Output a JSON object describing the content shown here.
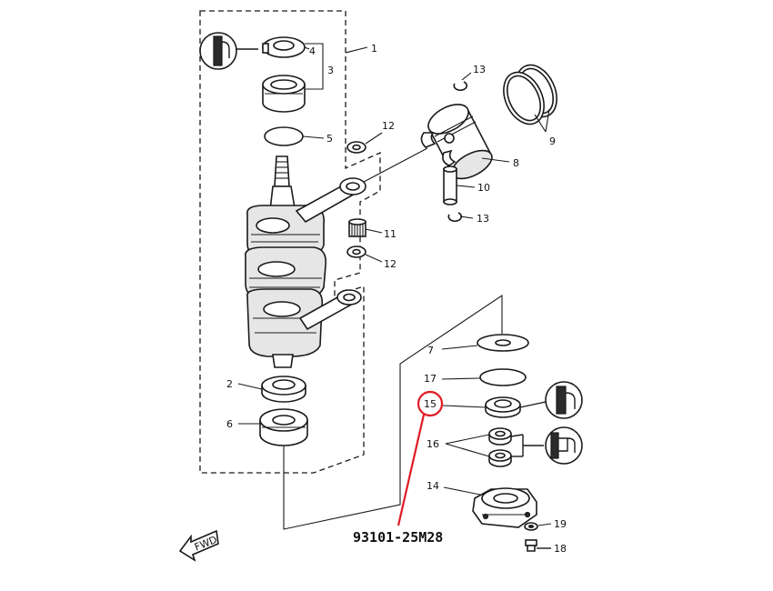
{
  "callouts": [
    {
      "id": "c1",
      "label": "1"
    },
    {
      "id": "c2",
      "label": "2"
    },
    {
      "id": "c3",
      "label": "3"
    },
    {
      "id": "c4",
      "label": "4"
    },
    {
      "id": "c5",
      "label": "5"
    },
    {
      "id": "c6",
      "label": "6"
    },
    {
      "id": "c7",
      "label": "7"
    },
    {
      "id": "c8",
      "label": "8"
    },
    {
      "id": "c9",
      "label": "9"
    },
    {
      "id": "c10",
      "label": "10"
    },
    {
      "id": "c11",
      "label": "11"
    },
    {
      "id": "c12a",
      "label": "12"
    },
    {
      "id": "c12b",
      "label": "12"
    },
    {
      "id": "c13a",
      "label": "13"
    },
    {
      "id": "c13b",
      "label": "13"
    },
    {
      "id": "c14",
      "label": "14"
    },
    {
      "id": "c15",
      "label": "15"
    },
    {
      "id": "c16",
      "label": "16"
    },
    {
      "id": "c17",
      "label": "17"
    },
    {
      "id": "c18",
      "label": "18"
    },
    {
      "id": "c19",
      "label": "19"
    }
  ],
  "highlight": {
    "part_number": "93101-25M28",
    "circled_callout": "15",
    "color": "#e01b24"
  },
  "direction_marker": {
    "label": "FWD"
  }
}
